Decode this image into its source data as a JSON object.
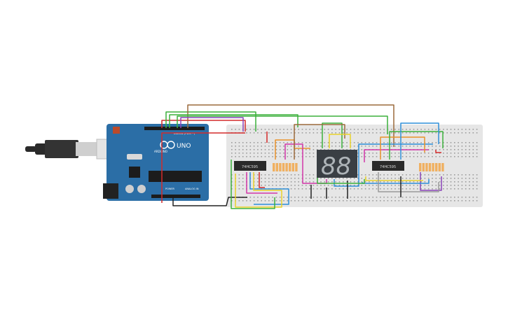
{
  "board": {
    "logo_text": "UNO",
    "brand_text": "ARDUINO",
    "digital_label": "DIGITAL (PWM ~)",
    "power_label": "POWER",
    "analog_label": "ANALOG IN"
  },
  "chips": [
    {
      "label": "74HC595"
    },
    {
      "label": "74HC595"
    }
  ],
  "display": {
    "digit_count": 2,
    "value": "88",
    "color": "#3a3f44"
  },
  "colors": {
    "board": "#2b6ea6",
    "breadboard": "#e6e6e6",
    "wire_red": "#d42a2a",
    "wire_green": "#3bb03b",
    "wire_blue": "#2f8fd8",
    "wire_brown": "#9b6a3c",
    "wire_yellow": "#e8d22a",
    "wire_orange": "#e8922a",
    "wire_purple": "#8a44b8",
    "wire_magenta": "#d236a8",
    "wire_black": "#222222",
    "wire_gray": "#9a9a9a",
    "resistor": "#f0b060"
  }
}
